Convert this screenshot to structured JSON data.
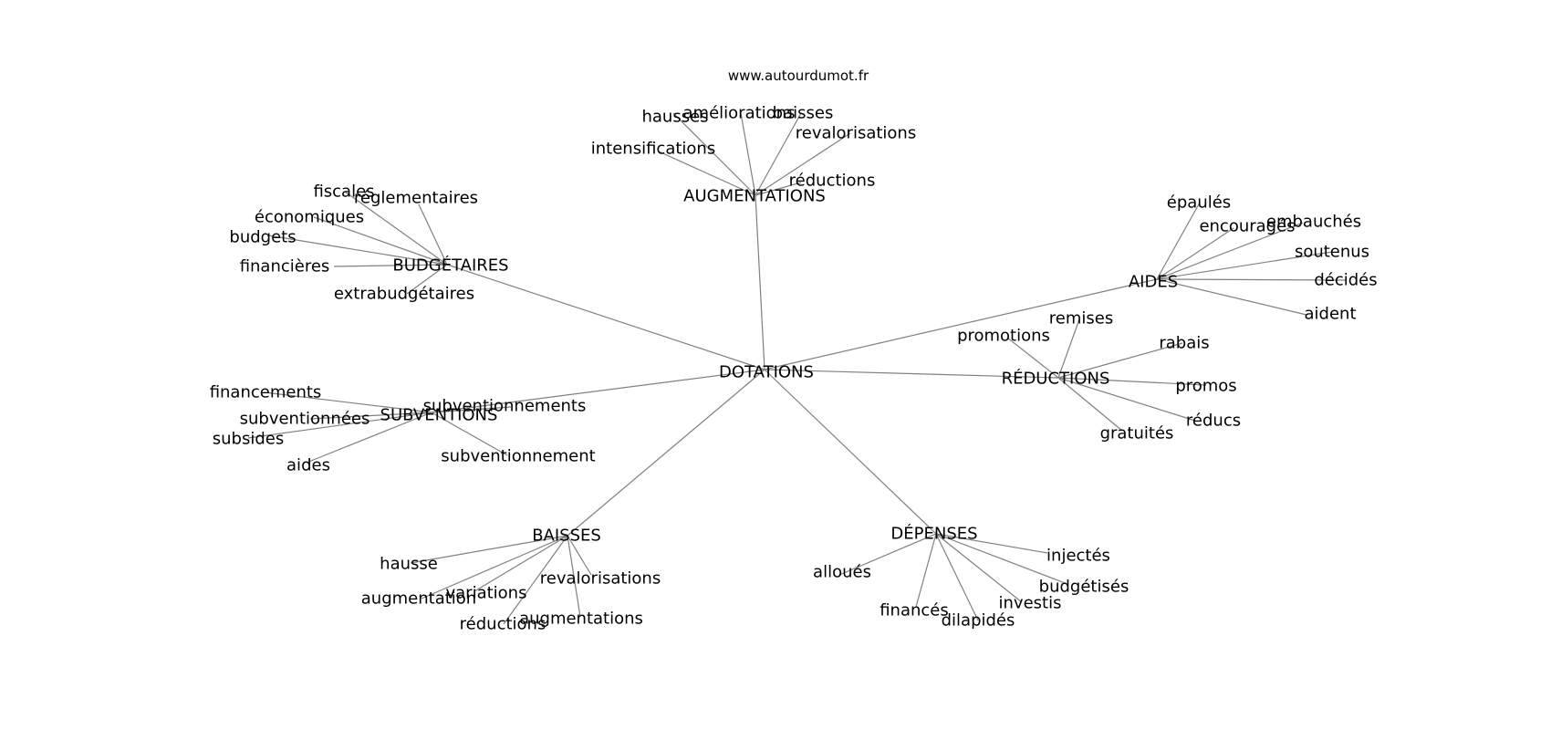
{
  "site": "www.autourdumot.fr",
  "root": "DOTATIONS",
  "branches": [
    {
      "hub": "AUGMENTATIONS",
      "leaves": [
        "hausses",
        "améliorations",
        "baisses",
        "revalorisations",
        "intensifications",
        "réductions"
      ]
    },
    {
      "hub": "BUDGÉTAIRES",
      "leaves": [
        "fiscales",
        "réglementaires",
        "économiques",
        "budgets",
        "financières",
        "extrabudgétaires"
      ]
    },
    {
      "hub": "AIDES",
      "leaves": [
        "épaulés",
        "encouragés",
        "embauchés",
        "soutenus",
        "décidés",
        "aident"
      ]
    },
    {
      "hub": "RÉDUCTIONS",
      "leaves": [
        "remises",
        "promotions",
        "rabais",
        "promos",
        "réducs",
        "gratuités"
      ]
    },
    {
      "hub": "SUBVENTIONS",
      "leaves": [
        "financements",
        "subventionnements",
        "subventionnées",
        "subsides",
        "aides",
        "subventionnement"
      ]
    },
    {
      "hub": "BAISSES",
      "leaves": [
        "hausse",
        "augmentation",
        "variations",
        "revalorisations",
        "réductions",
        "augmentations"
      ]
    },
    {
      "hub": "DÉPENSES",
      "leaves": [
        "injectés",
        "alloués",
        "budgétisés",
        "investis",
        "financés",
        "dilapidés"
      ]
    }
  ]
}
